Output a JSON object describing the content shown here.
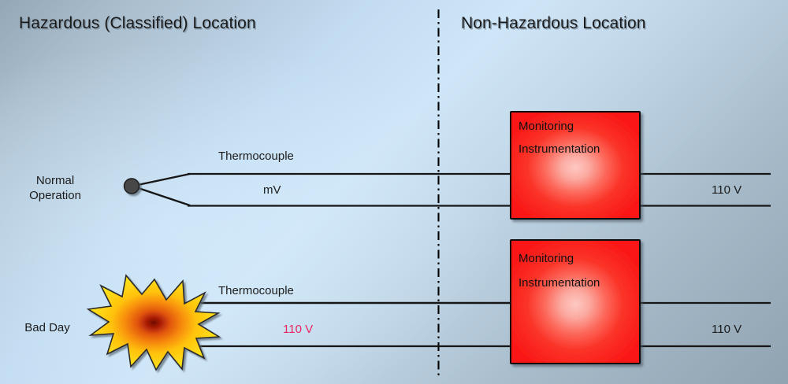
{
  "diagram": {
    "titles": {
      "left": "Hazardous (Classified) Location",
      "right": "Non-Hazardous Location"
    },
    "divider": {
      "style": "dash-dot",
      "color": "#000000"
    },
    "colors": {
      "box_fill_edge": "#fb1f1f",
      "box_fill_center": "#fbb4ab",
      "box_border": "#101010",
      "wire": "#1a1a1a",
      "junction_dot": "#474747",
      "hot_voltage_text": "#e8275f",
      "burst_center": "#8c1208",
      "burst_mid": "#f57f10",
      "burst_outer": "#ffe11a",
      "title_text": "#1a1a1a"
    },
    "rows": [
      {
        "id": "normal-operation",
        "row_label": "Normal\nOperation",
        "row_label_line1": "Normal",
        "row_label_line2": "Operation",
        "source": {
          "type": "thermocouple-junction",
          "label": ""
        },
        "wire_top_label": "Thermocouple",
        "wire_bottom_label": "mV",
        "instrument": {
          "line1": "Monitoring",
          "line2": "Instrumentation"
        },
        "output_label": "110 V"
      },
      {
        "id": "bad-day",
        "row_label": "Bad Day",
        "row_label_line1": "Bad Day",
        "row_label_line2": "",
        "source": {
          "type": "explosion-burst",
          "label": ""
        },
        "wire_top_label": "Thermocouple",
        "wire_bottom_label": "110 V",
        "instrument": {
          "line1": "Monitoring",
          "line2": "Instrumentation"
        },
        "output_label": "110 V"
      }
    ]
  }
}
